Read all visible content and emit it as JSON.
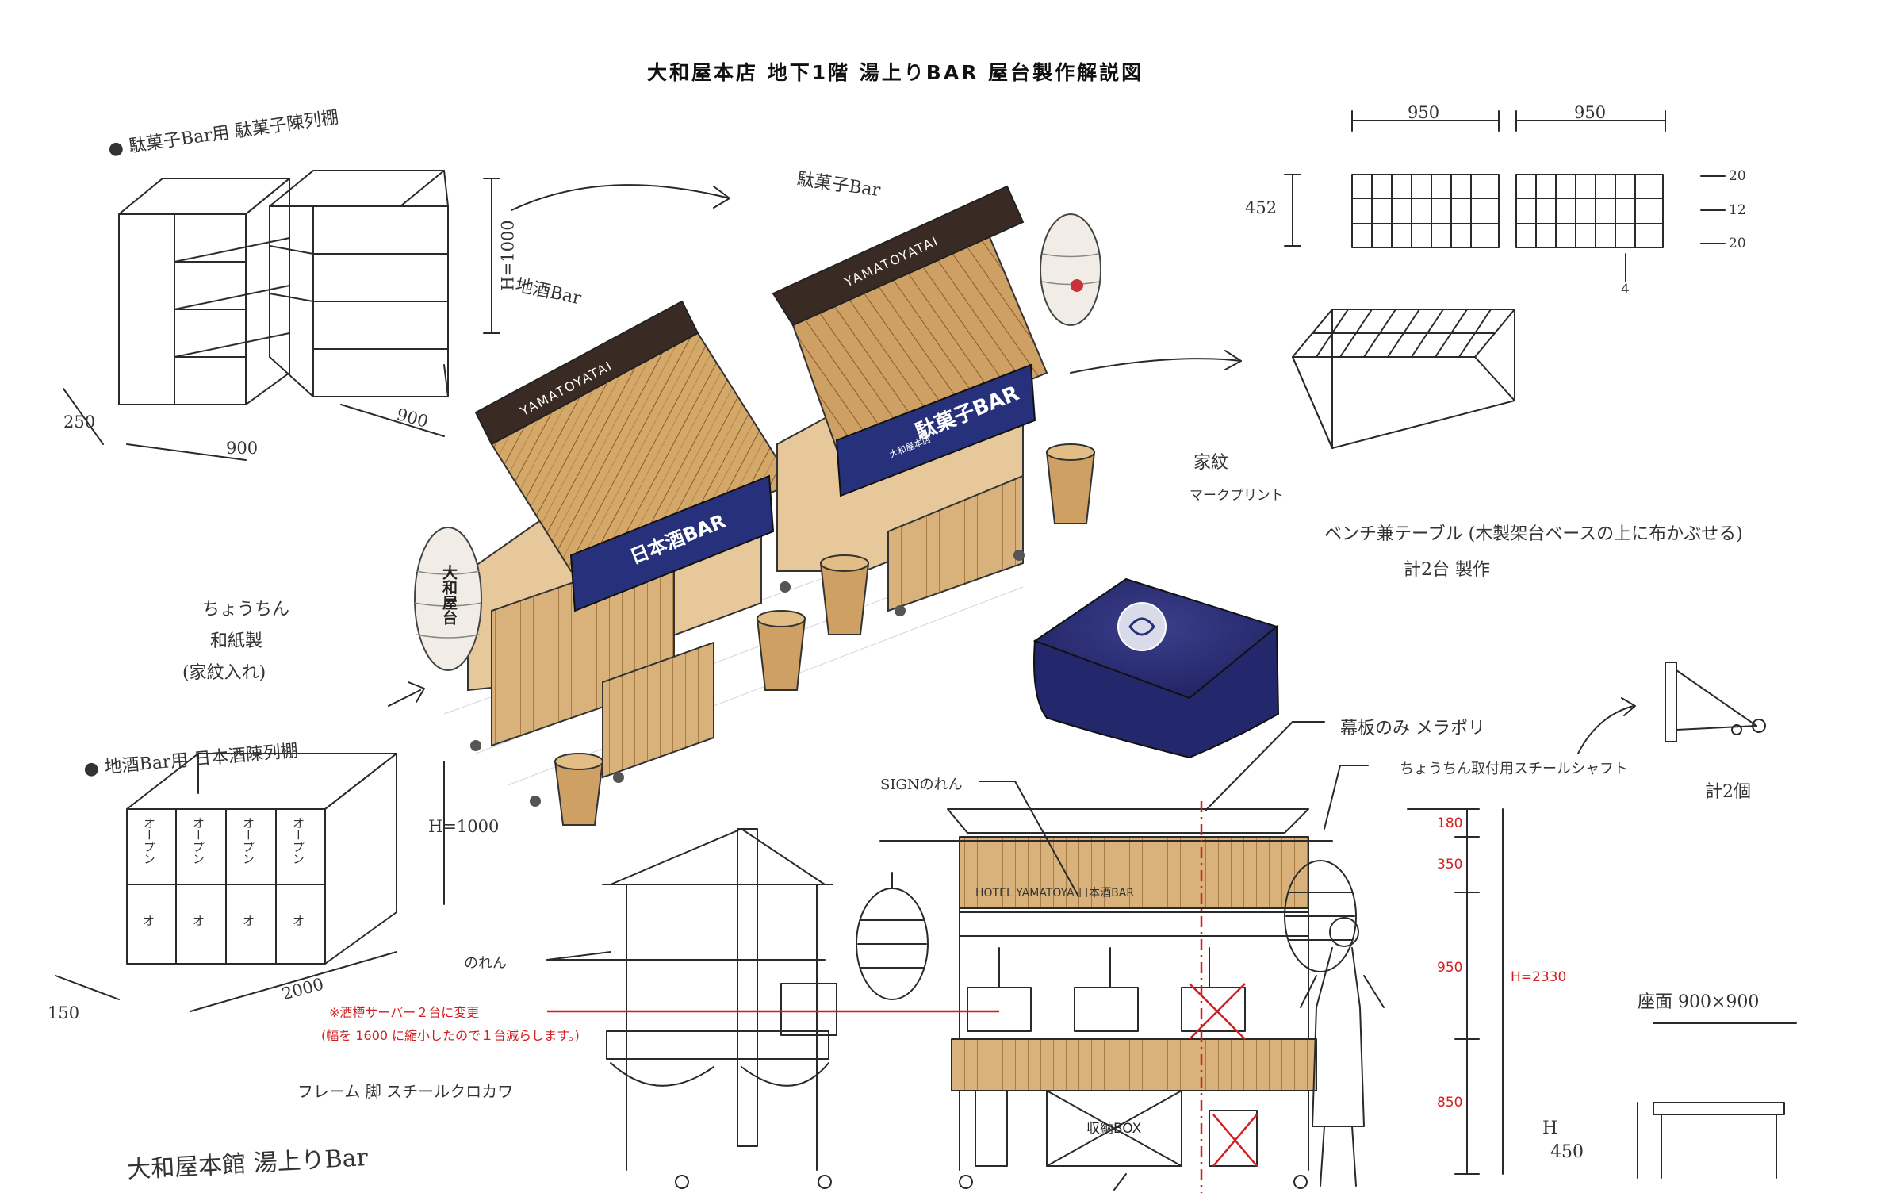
{
  "title": "大和屋本店 地下1階 湯上りBAR 屋台製作解説図",
  "dagashi_shelf": {
    "heading": "● 駄菓子Bar用 駄菓子陳列棚",
    "dim_height": "H=1000",
    "dim_depth": "250",
    "dim_width_a": "900",
    "dim_width_b": "900"
  },
  "sake_shelf": {
    "heading": "● 地酒Bar用 日本酒陳列棚",
    "dim_height": "H=1000",
    "dim_depth": "150",
    "dim_width": "2000",
    "cell_label_open": "オープン",
    "cell_label_short": "オ"
  },
  "stall_notes": {
    "dagashi_bar": "駄菓子Bar",
    "jizake_bar": "地酒Bar",
    "lantern_note": [
      "ちょうちん",
      "和紙製",
      "(家紋入れ)"
    ],
    "lantern_text": "大和屋台",
    "roof_sign": "YAMATOYATAI",
    "noren_left": "日本酒BAR",
    "noren_right": "駄菓子BAR",
    "noren_small": "大和屋本店"
  },
  "top_right_detail": {
    "dim_950_a": "950",
    "dim_950_b": "950",
    "dim_452": "452",
    "dim_20_a": "20",
    "dim_12": "12",
    "dim_20_b": "20",
    "dim_4": "4"
  },
  "bench": {
    "mark_note": [
      "家紋",
      "マークプリント"
    ],
    "desc": "ベンチ兼テーブル (木製架台ベースの上に布かぶせる)",
    "count": "計2台 製作"
  },
  "annotations": {
    "maku_only": "幕板のみ メラポリ",
    "lantern_shaft": "ちょうちん取付用スチールシャフト",
    "bracket_count": "計2個",
    "sign_noren": "SIGNのれん",
    "noren": "のれん",
    "frame_leg": "フレーム 脚 スチールクロカワ",
    "signature": "大和屋本館 湯上りBar",
    "seat": "座面 900×900",
    "seat_h": "H",
    "seat_h_val": "450"
  },
  "elevation": {
    "dim_180": "180",
    "dim_350": "350",
    "dim_950": "950",
    "dim_850": "850",
    "total_h": "H=2330",
    "sign_text": "HOTEL YAMATOYA 日本酒BAR",
    "storage_box": "収納BOX",
    "red_note_1": "※酒樽サーバー２台に変更",
    "red_note_2": "(幅を 1600 に縮小したので１台減らします。)"
  },
  "colors": {
    "navy": "#27307a",
    "wood": "#c99a5b",
    "wood_light": "#e2bd85",
    "roof_dark": "#3a2a24",
    "red": "#d21e1e",
    "ink": "#2a2a2a"
  }
}
